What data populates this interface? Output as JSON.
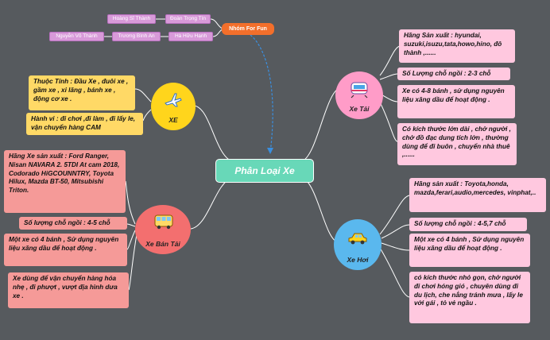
{
  "team": {
    "badge": "Nhóm For Fun",
    "members": [
      "Hoàng Sĩ Thành",
      "Đoàn Trọng Tín",
      "Nguyễn Võ Thành",
      "Trương Bình An",
      "Hà Hữu Hạnh"
    ]
  },
  "center": {
    "title": "Phân Loại Xe"
  },
  "branches": {
    "xe": {
      "label": "XE",
      "details": [
        "Thuộc Tính : Đầu Xe , đuôi xe , gầm xe , xi lăng , bánh xe , động cơ xe .",
        "Hành vi : đi chơi ,đi làm , đi lấy le, vận chuyển hàng CAM"
      ]
    },
    "xe_tai": {
      "label": "Xe Tải",
      "details": [
        "Hãng Sản xuất : hyundai, suzuki,isuzu,tata,howo,hino, đô thành ,......",
        "Số Lượng chỗ ngồi : 2-3 chỗ",
        "Xe có 4-8 bánh , sử dụng nguyên liệu xăng dầu để hoạt động .",
        "Có kích thước lớn dài , chở người , chở đồ đạc dung tích lớn , thường dùng để đi buôn , chuyển nhà thuê ,......"
      ]
    },
    "xe_ban_tai": {
      "label": "Xe Bán Tải",
      "details": [
        "Hãng Xe sản xuất : Ford Ranger, Nisan NAVARA 2. 5TDI At cam 2018, Codorado HiGCOUNNTRY, Toyota Hilux, Mazda BT-50, Mitsubishi Triton.",
        "Số lượng chỗ ngồi : 4-5 chỗ",
        "Một xe có 4 bánh , Sử dụng nguyên liệu xăng dầu để hoạt động .",
        "Xe dùng để vận chuyển hàng hóa nhẹ , đi phượt , vượt địa hình dưa xe ."
      ]
    },
    "xe_hoi": {
      "label": "Xe Hơi",
      "details": [
        "Hãng sản xuất : Toyota,honda, mazda,ferari,audio,mercedes, vinphat,..",
        "Số lượng chỗ ngồi : 4-5,7 chỗ",
        "Một xe có 4 bánh , Sử dụng nguyên liệu xăng dầu để hoạt động .",
        "có kích thước nhỏ gọn, chở người đi chơi hóng gió , chuyên dùng đi du lịch, che nắng tránh mưa , lấy le với gái , tỏ vẻ ngầu ."
      ]
    }
  },
  "colors": {
    "background": "#565a5e",
    "center": "#68d8b8",
    "xe": "#ffd51c",
    "xe_tai": "#ff9cc8",
    "xe_ban_tai": "#f36f6f",
    "xe_hoi": "#5ab8ee",
    "badge": "#f36f2b",
    "member": "#d89ad9"
  },
  "icons": {
    "xe": "airplane-icon",
    "xe_tai": "train-icon",
    "xe_ban_tai": "bus-icon",
    "xe_hoi": "car-icon"
  }
}
